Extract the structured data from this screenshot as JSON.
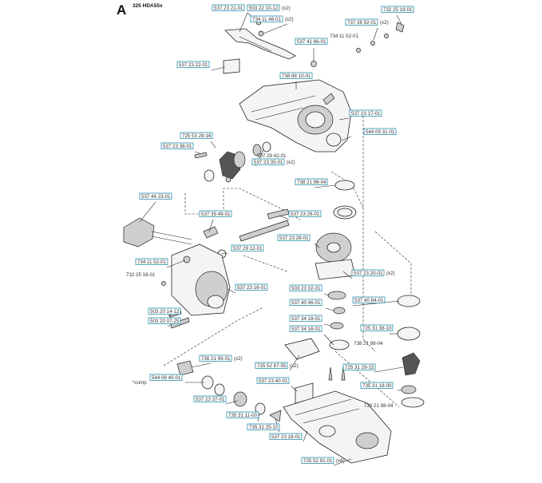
{
  "header": {
    "section_letter": "A",
    "model": "325 HDA55x"
  },
  "callouts": [
    {
      "id": "c1",
      "text": "537 23 21-01",
      "qty": ""
    },
    {
      "id": "c2",
      "text": "503 22 10-12",
      "qty": "(x2)"
    },
    {
      "id": "c3",
      "text": "734 11 46-01",
      "qty": "(x2)"
    },
    {
      "id": "c4",
      "text": "732 25 19-01",
      "qty": ""
    },
    {
      "id": "c5",
      "text": "737 38 52-01",
      "qty": "(x2)"
    },
    {
      "id": "c6",
      "text": "537 41 66-01",
      "qty": ""
    },
    {
      "id": "c7",
      "text": "537 23 22-01",
      "qty": ""
    },
    {
      "id": "c8",
      "text": "738 88 10-01",
      "qty": ""
    },
    {
      "id": "c9",
      "text": "537 23 17-01",
      "qty": ""
    },
    {
      "id": "c10",
      "text": "544 09 31-01",
      "qty": ""
    },
    {
      "id": "c11",
      "text": "725 53 29-16",
      "qty": ""
    },
    {
      "id": "c12",
      "text": "537 23 38-01",
      "qty": ""
    },
    {
      "id": "c13",
      "text": "537 23 35-01",
      "qty": "(x2)"
    },
    {
      "id": "c14",
      "text": "738 21 98-04",
      "qty": ""
    },
    {
      "id": "c15",
      "text": "537 44 23-01",
      "qty": ""
    },
    {
      "id": "c16",
      "text": "537 23 26-01",
      "qty": ""
    },
    {
      "id": "c17",
      "text": "537 39 49-01",
      "qty": ""
    },
    {
      "id": "c18",
      "text": "537 23 28-01",
      "qty": ""
    },
    {
      "id": "c19",
      "text": "537 29 12-01",
      "qty": ""
    },
    {
      "id": "c20",
      "text": "734 11 52-01",
      "qty": ""
    },
    {
      "id": "c21",
      "text": "537 23 20-01",
      "qty": "(x2)"
    },
    {
      "id": "c22",
      "text": "503 23 02-01",
      "qty": ""
    },
    {
      "id": "c23",
      "text": "537 23 16-01",
      "qty": ""
    },
    {
      "id": "c24",
      "text": "537 40 46-01",
      "qty": ""
    },
    {
      "id": "c25",
      "text": "537 40 64-01",
      "qty": ""
    },
    {
      "id": "c26",
      "text": "503 20 14-12",
      "qty": ""
    },
    {
      "id": "c27",
      "text": "503 20 07-25",
      "qty": ""
    },
    {
      "id": "c28",
      "text": "537 34 18-01",
      "qty": ""
    },
    {
      "id": "c29",
      "text": "725 31 38-10",
      "qty": ""
    },
    {
      "id": "c30",
      "text": "537 34 16-01",
      "qty": ""
    },
    {
      "id": "c31",
      "text": "738 21 99-01",
      "qty": "(x2)"
    },
    {
      "id": "c32",
      "text": "725 52 87-55",
      "qty": "(x2)"
    },
    {
      "id": "c33",
      "text": "725 31 29-15",
      "qty": ""
    },
    {
      "id": "c34",
      "text": "544 06 40-01",
      "qty": ""
    },
    {
      "id": "c35",
      "text": "537 23 40-01",
      "qty": ""
    },
    {
      "id": "c36",
      "text": "735 31 18-00",
      "qty": ""
    },
    {
      "id": "c37",
      "text": "537 23 37-01",
      "qty": ""
    },
    {
      "id": "c38",
      "text": "735 31 11-00",
      "qty": ""
    },
    {
      "id": "c39",
      "text": "735 31 25-10",
      "qty": ""
    },
    {
      "id": "c40",
      "text": "537 23 18-01",
      "qty": ""
    },
    {
      "id": "c41",
      "text": "725 52 91-01",
      "qty": "(x6)"
    }
  ],
  "plain_labels": [
    {
      "id": "p1",
      "text": "734 11 52-01"
    },
    {
      "id": "p2",
      "text": "537 29 42-01"
    },
    {
      "id": "p3",
      "text": "732 25 16-01"
    },
    {
      "id": "p4",
      "text": "738 21 98-04"
    },
    {
      "id": "p5",
      "text": "738 21 98-04"
    },
    {
      "id": "p6",
      "text": "*comp"
    }
  ]
}
